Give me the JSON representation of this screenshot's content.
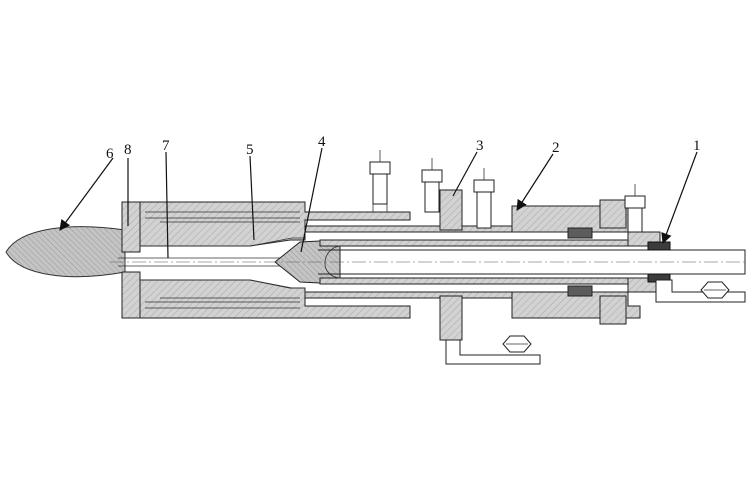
{
  "labels": {
    "l1": "1",
    "l2": "2",
    "l3": "3",
    "l4": "4",
    "l5": "5",
    "l6": "6",
    "l7": "7",
    "l8": "8"
  },
  "colors": {
    "hatch": "#c9c9c9",
    "flame": "#b3b3b3",
    "seal": "#3c3c3c",
    "ink": "#222222"
  }
}
